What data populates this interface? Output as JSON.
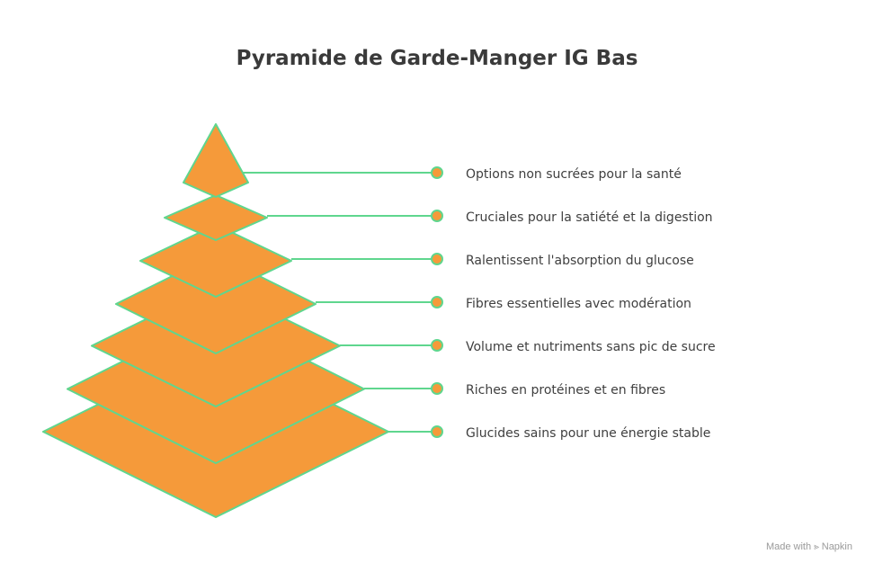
{
  "title": "Pyramide de Garde-Manger IG Bas",
  "colors": {
    "fill": "#F59A3A",
    "stroke": "#5FD68E",
    "text": "#3F3F3F"
  },
  "tiers": [
    {
      "label": "Options non sucrées pour la santé"
    },
    {
      "label": "Cruciales pour la satiété et la digestion"
    },
    {
      "label": "Ralentissent l'absorption du glucose"
    },
    {
      "label": "Fibres essentielles avec modération"
    },
    {
      "label": "Volume et nutriments sans pic de sucre"
    },
    {
      "label": "Riches en protéines et en fibres"
    },
    {
      "label": "Glucides sains pour une énergie stable"
    }
  ],
  "footer": {
    "made_with": "Made with",
    "brand": "Napkin",
    "brand_icon": "napkin-logo-icon"
  }
}
